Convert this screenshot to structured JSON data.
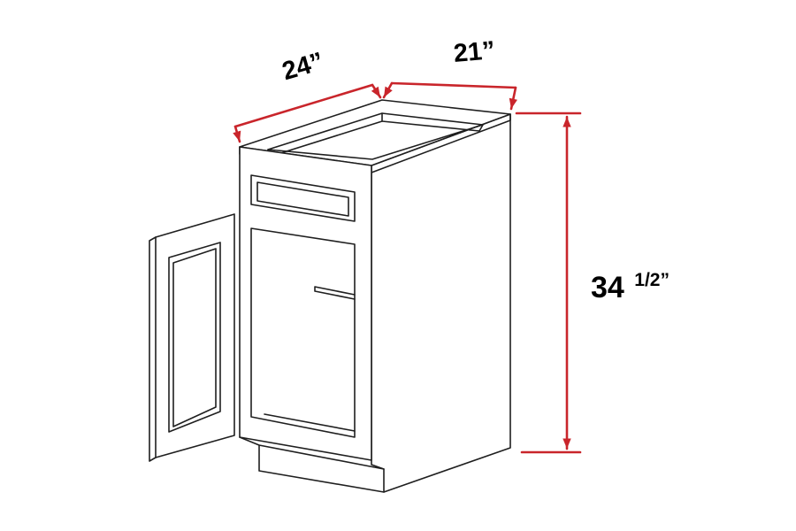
{
  "diagram": {
    "labels": {
      "depth": "24”",
      "width": "21”",
      "height_whole": "34",
      "height_fraction": "1/2”"
    },
    "colors": {
      "line": "#1f1f1f",
      "dimension": "#c9252b",
      "text": "#000000",
      "background": "#ffffff"
    }
  }
}
